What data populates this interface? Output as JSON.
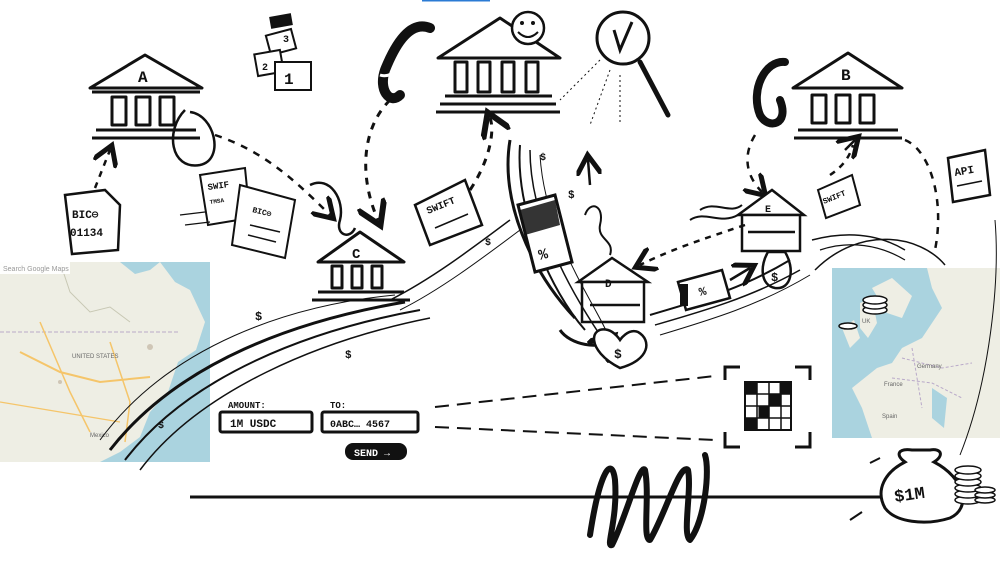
{
  "banks": {
    "a": "A",
    "b": "B",
    "c": "C",
    "d": "D",
    "e": "E"
  },
  "documents": {
    "bic_line1": "BIC⊖",
    "bic_line2": "01134",
    "swift_left": "SWIF",
    "swift_left_sub": "TMSA",
    "bic_small": "BIC⊖",
    "swift_center": "SWIFT",
    "swift_right": "SWIFT",
    "api": "API"
  },
  "symbols": {
    "percent": "%",
    "dollar": "$",
    "money_bag": "$1M"
  },
  "map_na": {
    "search_placeholder": "Search Google Maps",
    "label_us": "UNITED STATES",
    "label_mexico": "Mexico"
  },
  "map_eu": {
    "label_uk": "UK",
    "label_germany": "Germany",
    "label_france": "France",
    "label_spain": "Spain"
  },
  "transfer_form": {
    "amount_label": "AMOUNT:",
    "amount_value": "1M USDC",
    "to_label": "TO:",
    "to_value": "0ABC… 4567",
    "send_label": "SEND →"
  },
  "colors": {
    "ink": "#111111",
    "map_land": "#eeeee4",
    "map_water": "#aad3df",
    "map_road": "#f5c56a",
    "accent": "#2b7bd4"
  }
}
